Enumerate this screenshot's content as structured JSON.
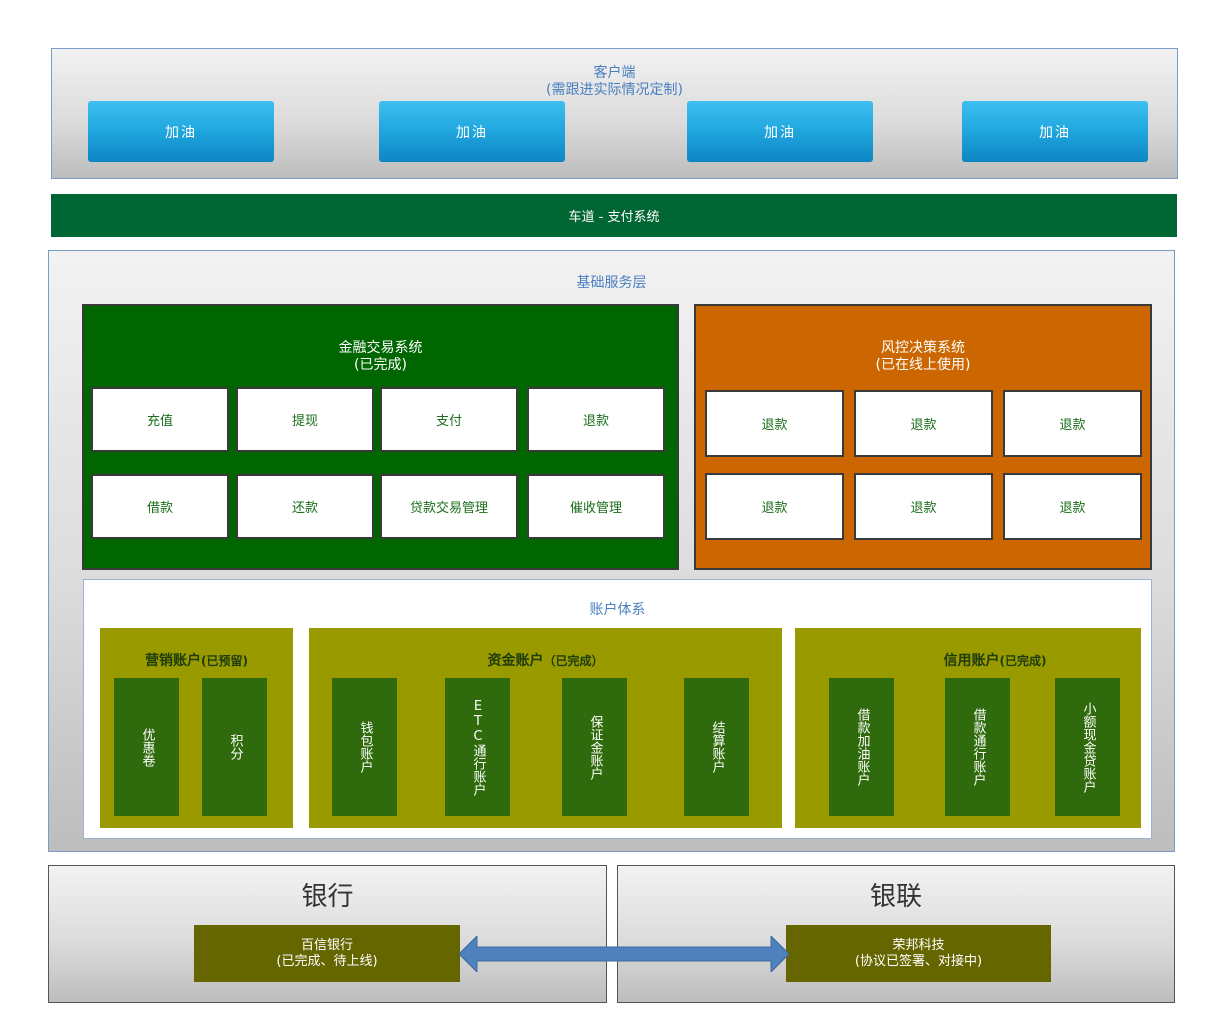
{
  "client": {
    "title": "客户端",
    "subtitle": "(需跟进实际情况定制)",
    "buttons": [
      "加油",
      "加油",
      "加油",
      "加油"
    ]
  },
  "lane": {
    "label": "车道 - 支付系统"
  },
  "base": {
    "label": "基础服务层",
    "finance": {
      "title": "金融交易系统",
      "status": "(已完成)",
      "cells": [
        "充值",
        "提现",
        "支付",
        "退款",
        "借款",
        "还款",
        "贷款交易管理",
        "催收管理"
      ]
    },
    "risk": {
      "title": "风控决策系统",
      "status": "(已在线上使用)",
      "cells": [
        "退款",
        "退款",
        "退款",
        "退款",
        "退款",
        "退款"
      ]
    },
    "accounts": {
      "label": "账户体系",
      "marketing": {
        "title": "营销账户",
        "status": "(已预留)",
        "items": [
          "优惠卷",
          "积分"
        ]
      },
      "funds": {
        "title": "资金账户",
        "status": "（已完成）",
        "items": [
          "钱包账户",
          "ETC通行账户",
          "保证金账户",
          "结算账户"
        ]
      },
      "credit": {
        "title": "信用账户",
        "status": "(已完成)",
        "items": [
          "借款加油账户",
          "借款通行账户",
          "小额现金贷账户"
        ]
      }
    }
  },
  "bank": {
    "title": "银行",
    "partner": {
      "name": "百信银行",
      "status": "(已完成、待上线)"
    }
  },
  "unionpay": {
    "title": "银联",
    "partner": {
      "name": "荣邦科技",
      "status": "(协议已签署、对接中)"
    }
  },
  "colors": {
    "lane": "#006633",
    "finance": "#006600",
    "risk": "#cc6600",
    "account_group": "#999900",
    "account_item": "#2f6b0c",
    "partner": "#666600",
    "arrow": "#4f81bd",
    "label_blue": "#4a7fc0"
  }
}
